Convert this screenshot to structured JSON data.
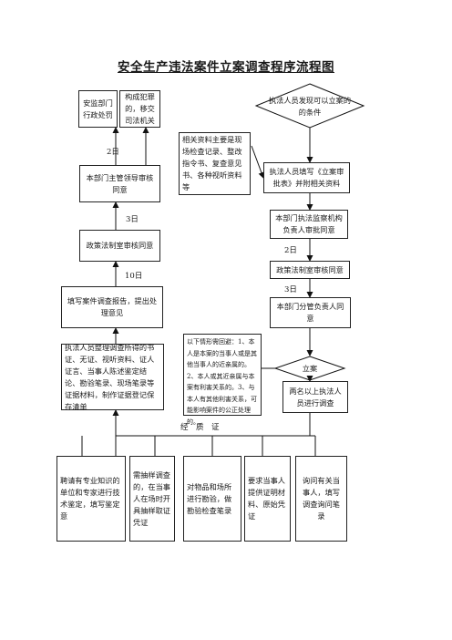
{
  "title": "安全生产违法案件立案调查程序流程图",
  "nodes": {
    "admin_penalty": "安监部门行政处罚",
    "judicial_transfer": "构成犯罪的，移交司法机关",
    "dept_head_approve": "本部门主管领导审核同意",
    "legal_office_approve_left": "政策法制室审核同意",
    "write_report": "填写案件调查报告，提出处理意见",
    "organize_evidence": "执法人员整理调查所得的书证、无证、视听资料、证人证言、当事人陈述鉴定结论、勘验笔录、现场笔录等证据材料，制作证据登记保存清单",
    "start_condition": "执法人员发现可以立案的的条件",
    "materials_note": "相关资料主要是现场检查记录、整改指令书、复查意见书、各种视听资料等",
    "fill_approval": "执法人员填写《立案审批表》并附相关资料",
    "supervision_head": "本部门执法监察机构负责人审批同意",
    "legal_office_approve_right": "政策法制室审核同意",
    "dept_leader_approve": "本部门分管负责人同意",
    "recusal_note": "以下情形需回避：1、本人是本案的当事人或是其他当事人的近亲属的。2、本人或其近亲属与本案有利害关系的。3、与本人有其他利害关系，可能影响案件的公正处理的。",
    "file_case": "立案",
    "two_officers": "两名以上执法人员进行调查",
    "evidence_label": "经　质　证",
    "bottom_1": "聘请有专业知识的单位和专家进行技术鉴定，填写鉴定意",
    "bottom_2": "需抽样调查的，在当事人在场时开具抽样取证凭证",
    "bottom_3": "对物品和场所进行勘验，做勘验检查笔录",
    "bottom_4": "要求当事人提供证明材料、原始凭证",
    "bottom_5": "询问有关当事人，填写调查询问笔录"
  },
  "durations": {
    "d1": "2日",
    "d2": "3日",
    "d3": "10日",
    "d4": "2日",
    "d5": "3日"
  }
}
